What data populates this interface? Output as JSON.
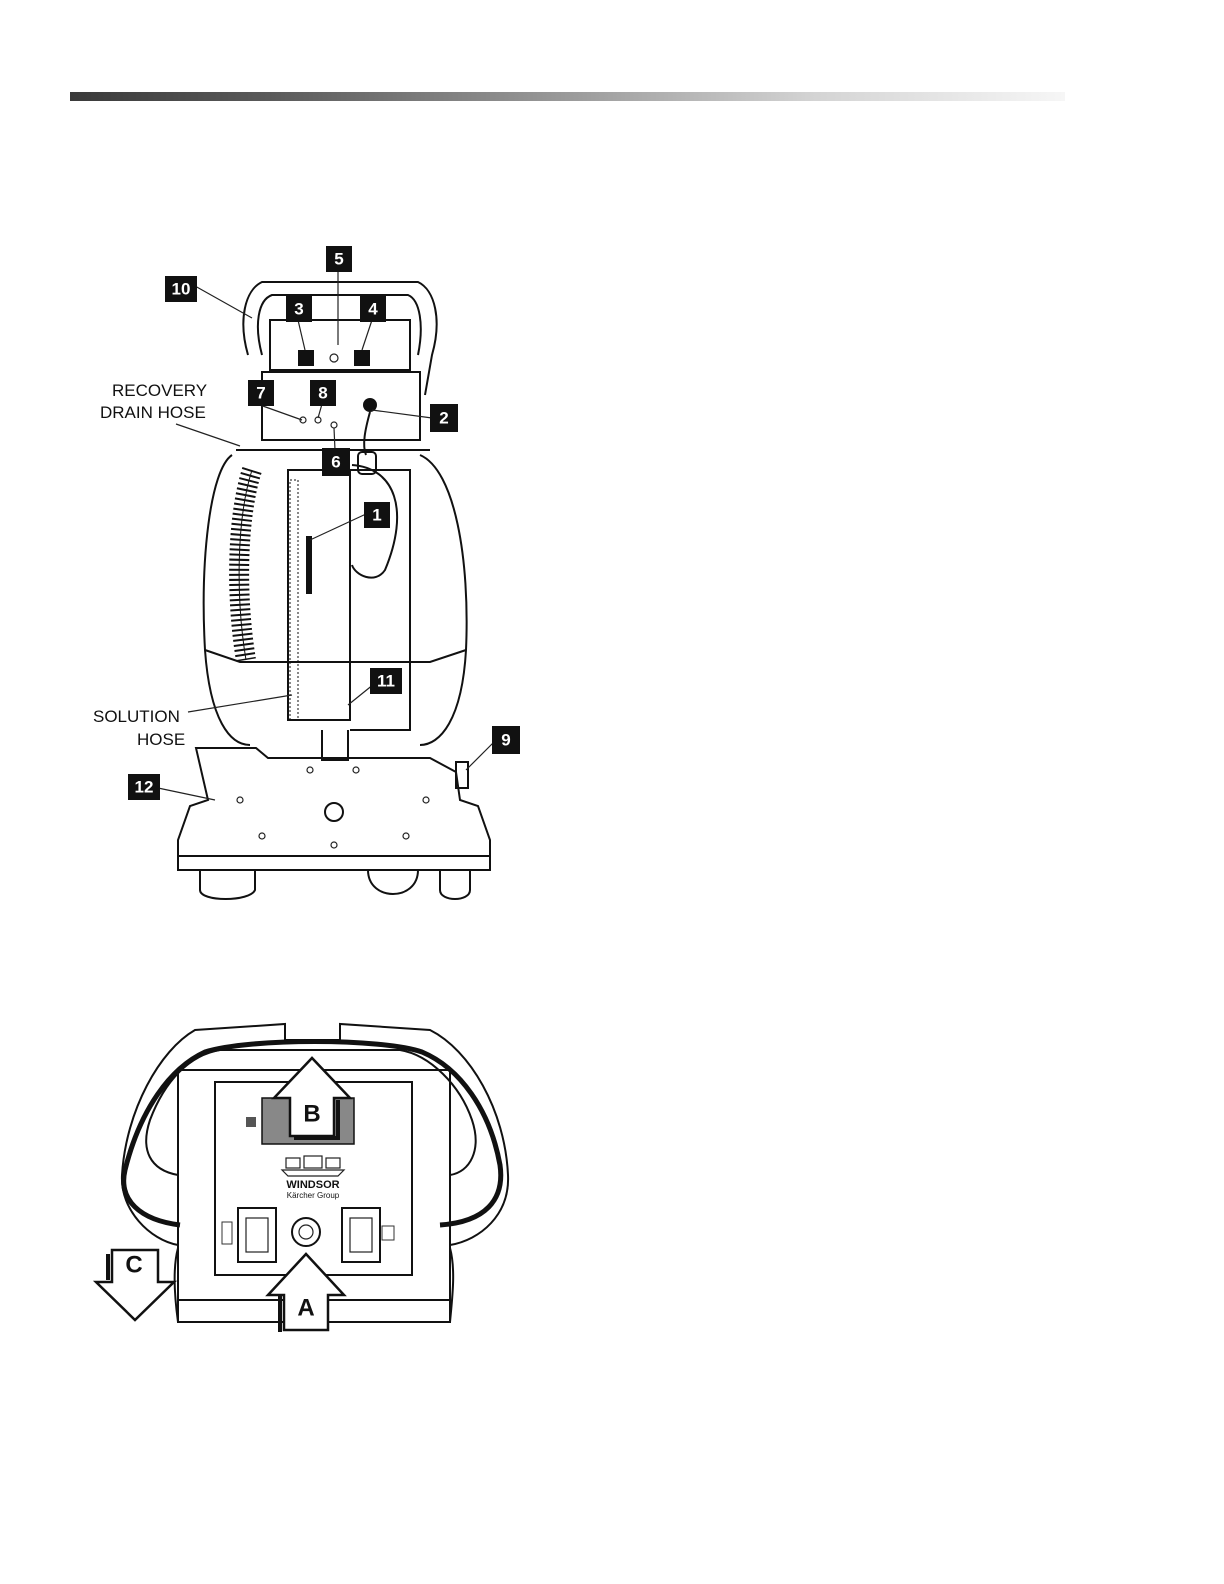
{
  "figure1": {
    "callouts": [
      "1",
      "2",
      "3",
      "4",
      "5",
      "6",
      "7",
      "8",
      "9",
      "10",
      "11",
      "12"
    ],
    "labels": {
      "recovery_line1": "RECOVERY",
      "recovery_line2": "DRAIN HOSE",
      "solution_line1": "SOLUTION",
      "solution_line2": "HOSE"
    }
  },
  "figure2": {
    "arrows": {
      "a": "A",
      "b": "B",
      "c": "C"
    },
    "logo": {
      "brand": "WINDSOR",
      "sub": "Kärcher Group"
    }
  }
}
